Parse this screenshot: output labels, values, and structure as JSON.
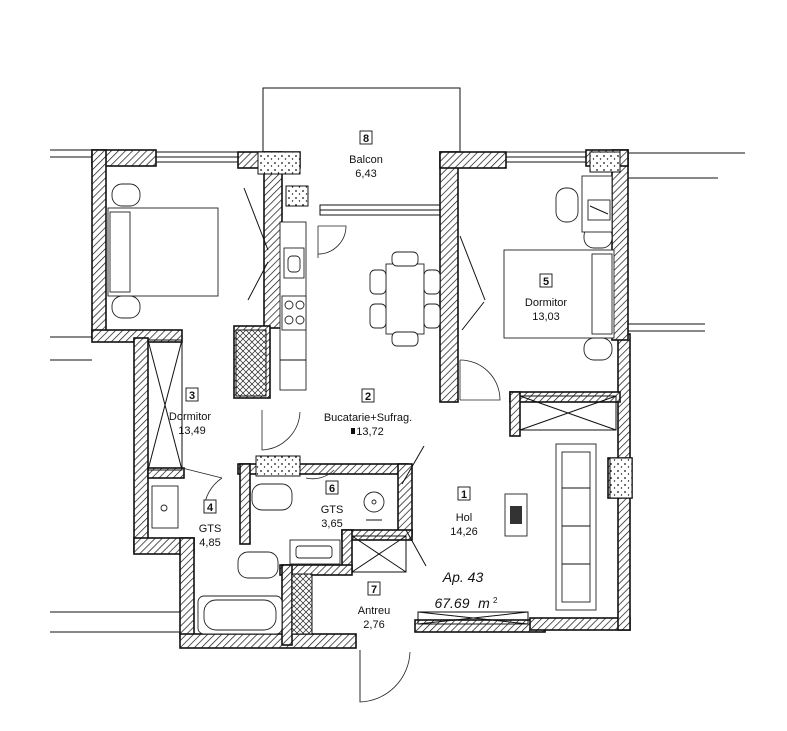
{
  "apartment": {
    "label": "Ap. 43",
    "area": "67.69",
    "unit": "m",
    "unit_sup": "2"
  },
  "rooms": [
    {
      "id": "8",
      "name": "Balcon",
      "area": "6,43"
    },
    {
      "id": "2",
      "name": "Bucatarie+Sufrag.",
      "area": "13,72"
    },
    {
      "id": "3",
      "name": "Dormitor",
      "area": "13,49"
    },
    {
      "id": "5",
      "name": "Dormitor",
      "area": "13,03"
    },
    {
      "id": "4",
      "name": "GTS",
      "area": "4,85"
    },
    {
      "id": "6",
      "name": "GTS",
      "area": "3,65"
    },
    {
      "id": "1",
      "name": "Hol",
      "area": "14,26"
    },
    {
      "id": "7",
      "name": "Antreu",
      "area": "2,76"
    }
  ]
}
